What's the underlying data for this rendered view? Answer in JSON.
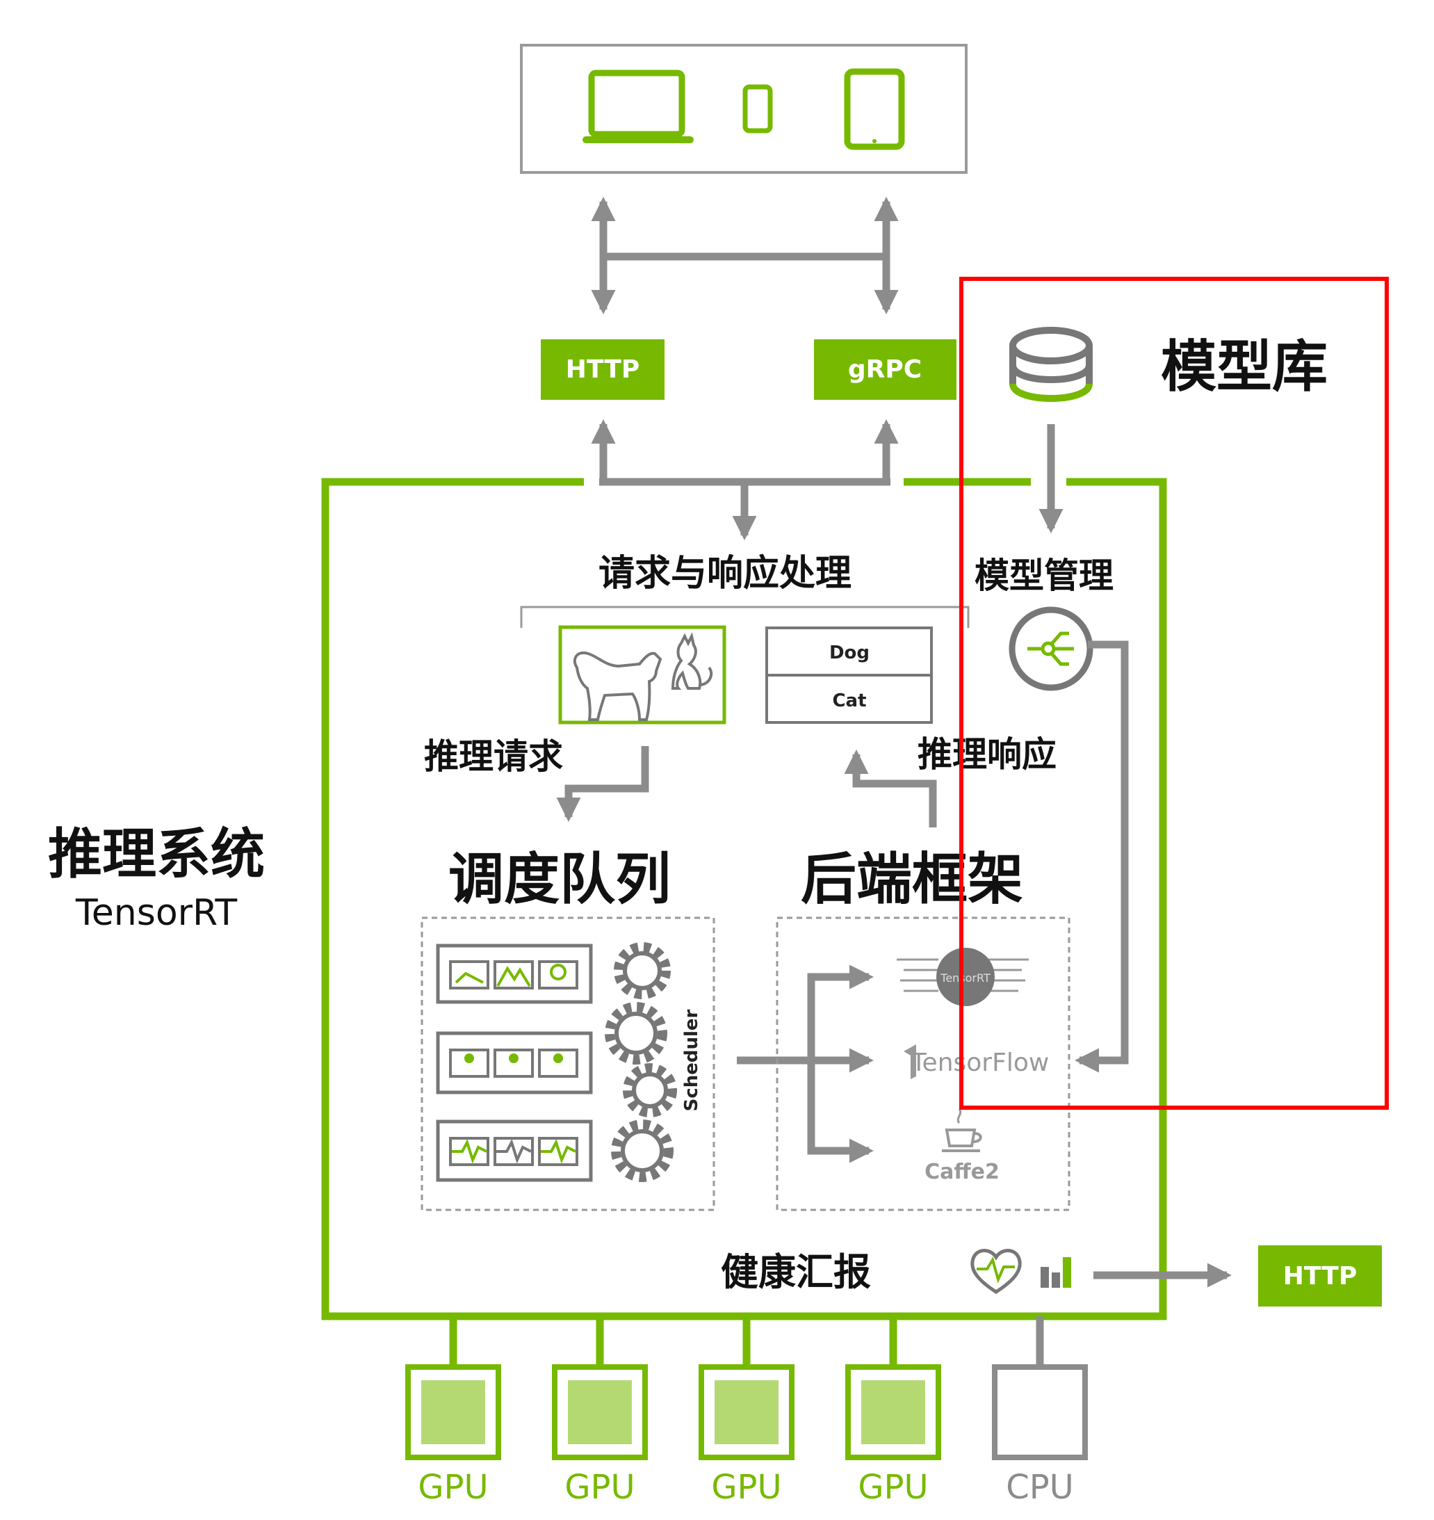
{
  "protocols": {
    "http": "HTTP",
    "grpc": "gRPC"
  },
  "model_repo": {
    "title": "模型库",
    "manager": "模型管理"
  },
  "system": {
    "title": "推理系统",
    "subtitle": "TensorRT"
  },
  "request_section": {
    "title": "请求与响应处理",
    "classes": [
      "Dog",
      "Cat"
    ],
    "request_label": "推理请求",
    "response_label": "推理响应"
  },
  "scheduler": {
    "title": "调度队列",
    "label": "Scheduler"
  },
  "backend": {
    "title": "后端框架",
    "frameworks": [
      "TensorRT",
      "TensorFlow",
      "Caffe2"
    ]
  },
  "health": {
    "title": "健康汇报",
    "output": "HTTP"
  },
  "hardware": [
    "GPU",
    "GPU",
    "GPU",
    "GPU",
    "CPU"
  ],
  "colors": {
    "accent": "#76b900",
    "arrow": "#8c8c8c",
    "highlight": "#ff0000"
  }
}
